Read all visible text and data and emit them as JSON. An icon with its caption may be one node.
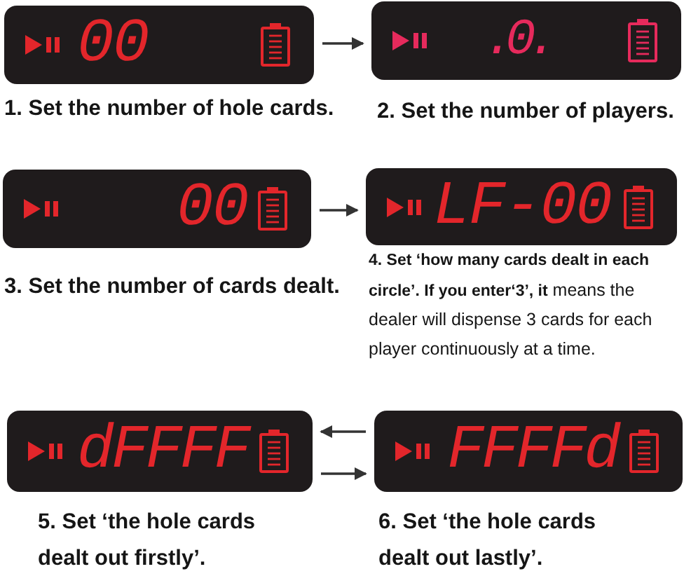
{
  "diagram": {
    "nodes": [
      {
        "text": [
          "00"
        ],
        "beside": [
          "1. Set the number of hole cards."
        ]
      },
      {
        "text": [
          ".0."
        ],
        "beside": [
          "2. Set the number of players."
        ]
      },
      {
        "text": [
          "00"
        ],
        "beside": [
          "3. Set the number of cards dealt."
        ]
      },
      {
        "text": [
          "LF-00"
        ],
        "beside": [
          "**4. Set ‘how many cards dealt in each circle’. If you enter‘3’, it** means the dealer will dispense 3 cards for each player continuously at a time."
        ]
      },
      {
        "text": [
          "dFFFF"
        ],
        "beside": [
          "5. Set ‘the hole cards dealt out firstly’."
        ]
      },
      {
        "text": [
          "FFFFd"
        ],
        "beside": [
          "6. Set ‘the hole cards dealt out lastly’."
        ]
      }
    ],
    "edges": [
      {
        "from": 0,
        "to": 1,
        "arrow": "to"
      },
      {
        "from": 2,
        "to": 3,
        "arrow": "to"
      },
      {
        "from": 5,
        "to": 4,
        "arrow": "to"
      },
      {
        "from": 4,
        "to": 5,
        "arrow": "to"
      }
    ]
  }
}
